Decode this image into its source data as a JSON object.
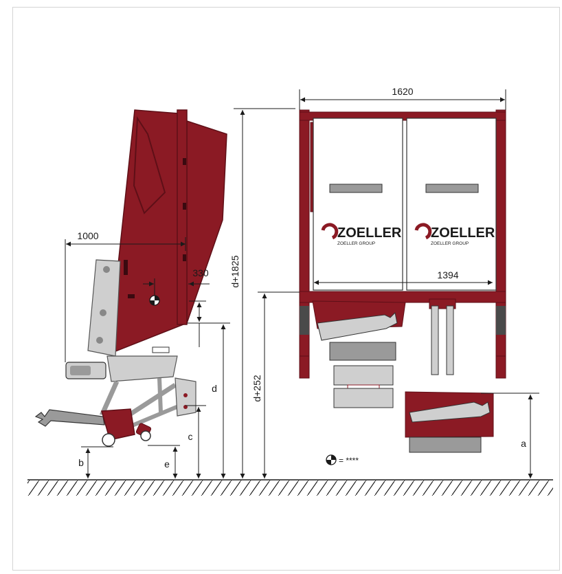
{
  "dimensions": {
    "width_total": "1620",
    "width_inner": "1394",
    "reach": "1000",
    "offset": "330",
    "height_top": "d+1825",
    "height_pivot": "d+252"
  },
  "labels": {
    "a": "a",
    "b": "b",
    "c": "c",
    "d": "d",
    "e": "e"
  },
  "logo": {
    "brand": "ZOELLER",
    "group": "ZOELLER GROUP"
  },
  "legend": {
    "cog_text": "= ****",
    "icon": "center-of-gravity-icon"
  },
  "colors": {
    "body_red": "#8b1a24",
    "dark_red": "#5e0f17",
    "grey": "#9a9a9a",
    "light_grey": "#cfcfcf",
    "line": "#1a1a1a"
  }
}
